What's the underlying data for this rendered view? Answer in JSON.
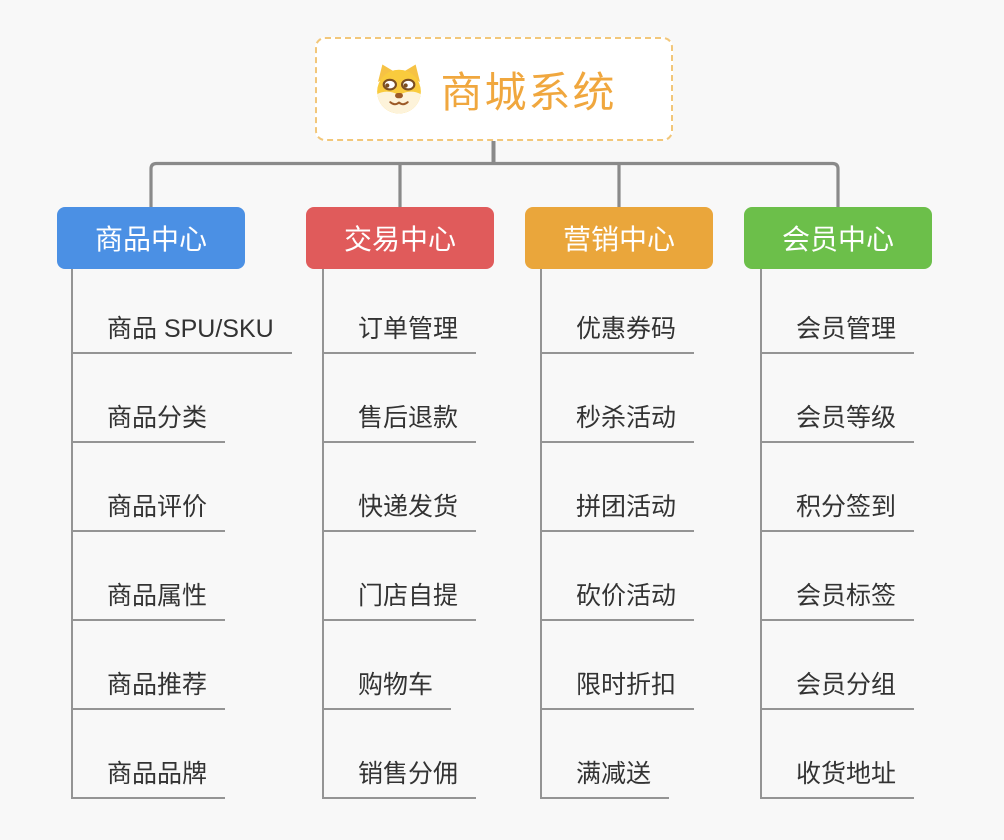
{
  "root": {
    "title": "商城系统",
    "title_color": "#f0a73e",
    "border_color": "#f2c77a",
    "icon": "doge-dog-icon"
  },
  "branches": [
    {
      "label": "商品中心",
      "color": "#4b90e4",
      "items": [
        "商品 SPU/SKU",
        "商品分类",
        "商品评价",
        "商品属性",
        "商品推荐",
        "商品品牌"
      ]
    },
    {
      "label": "交易中心",
      "color": "#e05b5b",
      "items": [
        "订单管理",
        "售后退款",
        "快递发货",
        "门店自提",
        "购物车",
        "销售分佣"
      ]
    },
    {
      "label": "营销中心",
      "color": "#eaa63b",
      "items": [
        "优惠券码",
        "秒杀活动",
        "拼团活动",
        "砍价活动",
        "限时折扣",
        "满减送"
      ]
    },
    {
      "label": "会员中心",
      "color": "#6cbf4a",
      "items": [
        "会员管理",
        "会员等级",
        "积分签到",
        "会员标签",
        "会员分组",
        "收货地址"
      ]
    }
  ],
  "colors": {
    "background": "#f8f8f8",
    "connector_line": "#8a8a8a",
    "item_underline": "#949494",
    "item_text": "#333333"
  }
}
